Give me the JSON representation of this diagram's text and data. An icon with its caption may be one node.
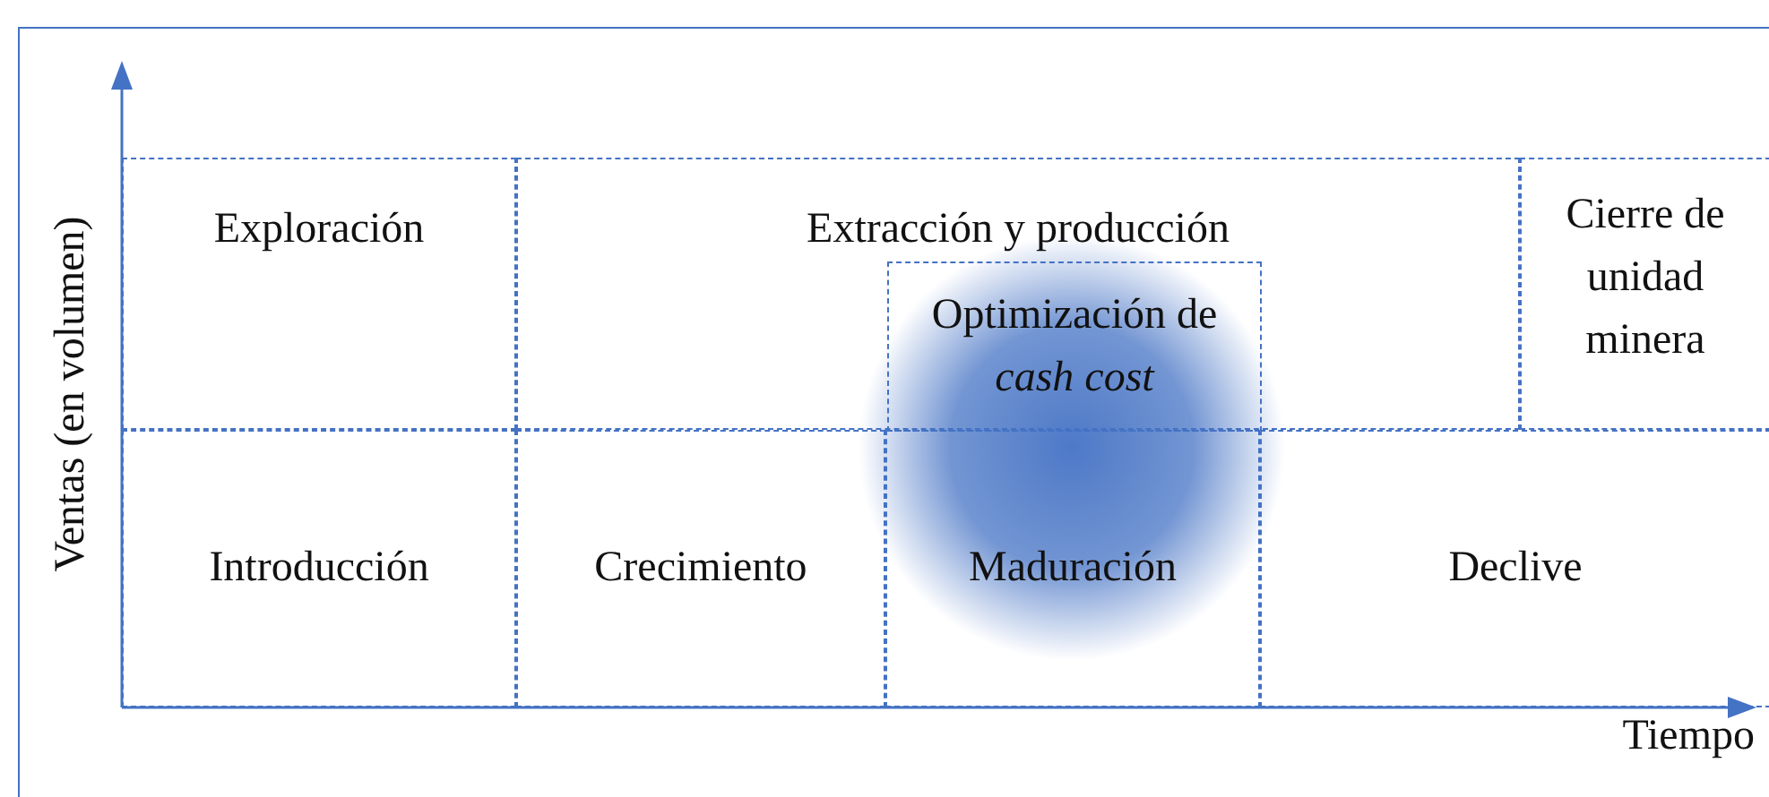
{
  "diagram": {
    "nodes": [
      {
        "text": [
          "Exploración"
        ]
      },
      {
        "text": [
          "Extracción y producción"
        ]
      },
      {
        "text": [
          "Optimización de *cash cost*"
        ],
        "in": 1
      },
      {
        "text": [
          "Cierre de unidad minera"
        ]
      },
      {
        "text": [
          "Introducción"
        ]
      },
      {
        "text": [
          "Crecimiento"
        ]
      },
      {
        "text": [
          "Maduración"
        ]
      },
      {
        "text": [
          "Declive"
        ]
      }
    ],
    "edges": [],
    "labels": [
      "Ventas (en volumen)",
      "Tiempo"
    ]
  }
}
